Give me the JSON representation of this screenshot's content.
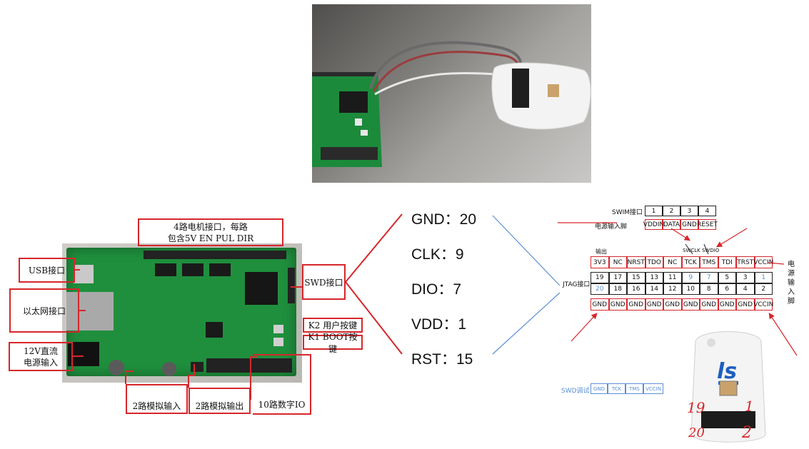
{
  "board_callouts": {
    "motor": "4路电机接口，每路\n包含5V EN PUL DIR",
    "usb": "USB接口",
    "ethernet": "以太网接口",
    "power": "12V直流\n电源输入",
    "swd": "SWD接口",
    "k2": "K2 用户按键",
    "k1": "K1 BOOT按键",
    "analog_in": "2路模拟输入",
    "analog_out": "2路模拟输出",
    "digital_io": "10路数字IO"
  },
  "pin_map": [
    {
      "name": "GND",
      "value": "20"
    },
    {
      "name": "CLK",
      "value": "9"
    },
    {
      "name": "DIO",
      "value": "7"
    },
    {
      "name": "VDD",
      "value": "1"
    },
    {
      "name": "RST",
      "value": "15"
    }
  ],
  "pin_sep": "：",
  "pinout": {
    "swim_label": "SWIM接口",
    "swim_pins": [
      "1",
      "2",
      "3",
      "4"
    ],
    "power_in_label": "电源输入脚",
    "swim_signals": [
      "VDDIN",
      "DATA",
      "GND",
      "RESET"
    ],
    "swclk_swdio": "SWCLK SWDIO",
    "output_label": "输出",
    "top_signals": [
      "3V3",
      "NC",
      "NRST",
      "TDO",
      "NC",
      "TCK",
      "TMS",
      "TDI",
      "TRST",
      "VCCIN"
    ],
    "odd_pins": [
      "19",
      "17",
      "15",
      "13",
      "11",
      "9",
      "7",
      "5",
      "3",
      "1"
    ],
    "even_pins": [
      "20",
      "18",
      "16",
      "14",
      "12",
      "10",
      "8",
      "6",
      "4",
      "2"
    ],
    "highlight_pins": [
      "20",
      "9",
      "7",
      "1"
    ],
    "bottom_signals": [
      "GND",
      "GND",
      "GND",
      "GND",
      "GND",
      "GND",
      "GND",
      "GND",
      "GND",
      "VCCIN"
    ],
    "jtag_label": "JTAG接口",
    "power_pin_vertical": [
      "电",
      "源",
      "输",
      "入",
      "脚"
    ],
    "swd_debug_label": "SWD调试",
    "swd_debug_signals": [
      "GND",
      "TCK",
      "TMS",
      "VCCIN"
    ]
  },
  "handwriting": {
    "n19": "19",
    "n1": "1",
    "n20": "20",
    "n2": "2"
  },
  "colors": {
    "red": "#d6262b",
    "blue": "#5b8fd6",
    "pcb": "#1f8f3d"
  }
}
